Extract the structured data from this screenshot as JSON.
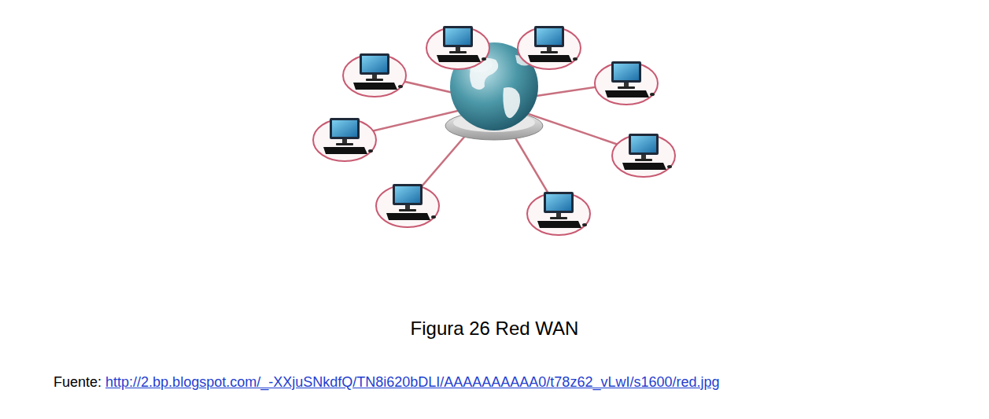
{
  "diagram": {
    "caption": "Figura 26 Red WAN",
    "labels": [
      "Fuente:",
      "http://2.bp.blogspot.com/_-XXjuSNkdfQ/TN8i620bDLI/AAAAAAAAAA0/t78z62_vLwI/s1600/red.jpg"
    ]
  }
}
